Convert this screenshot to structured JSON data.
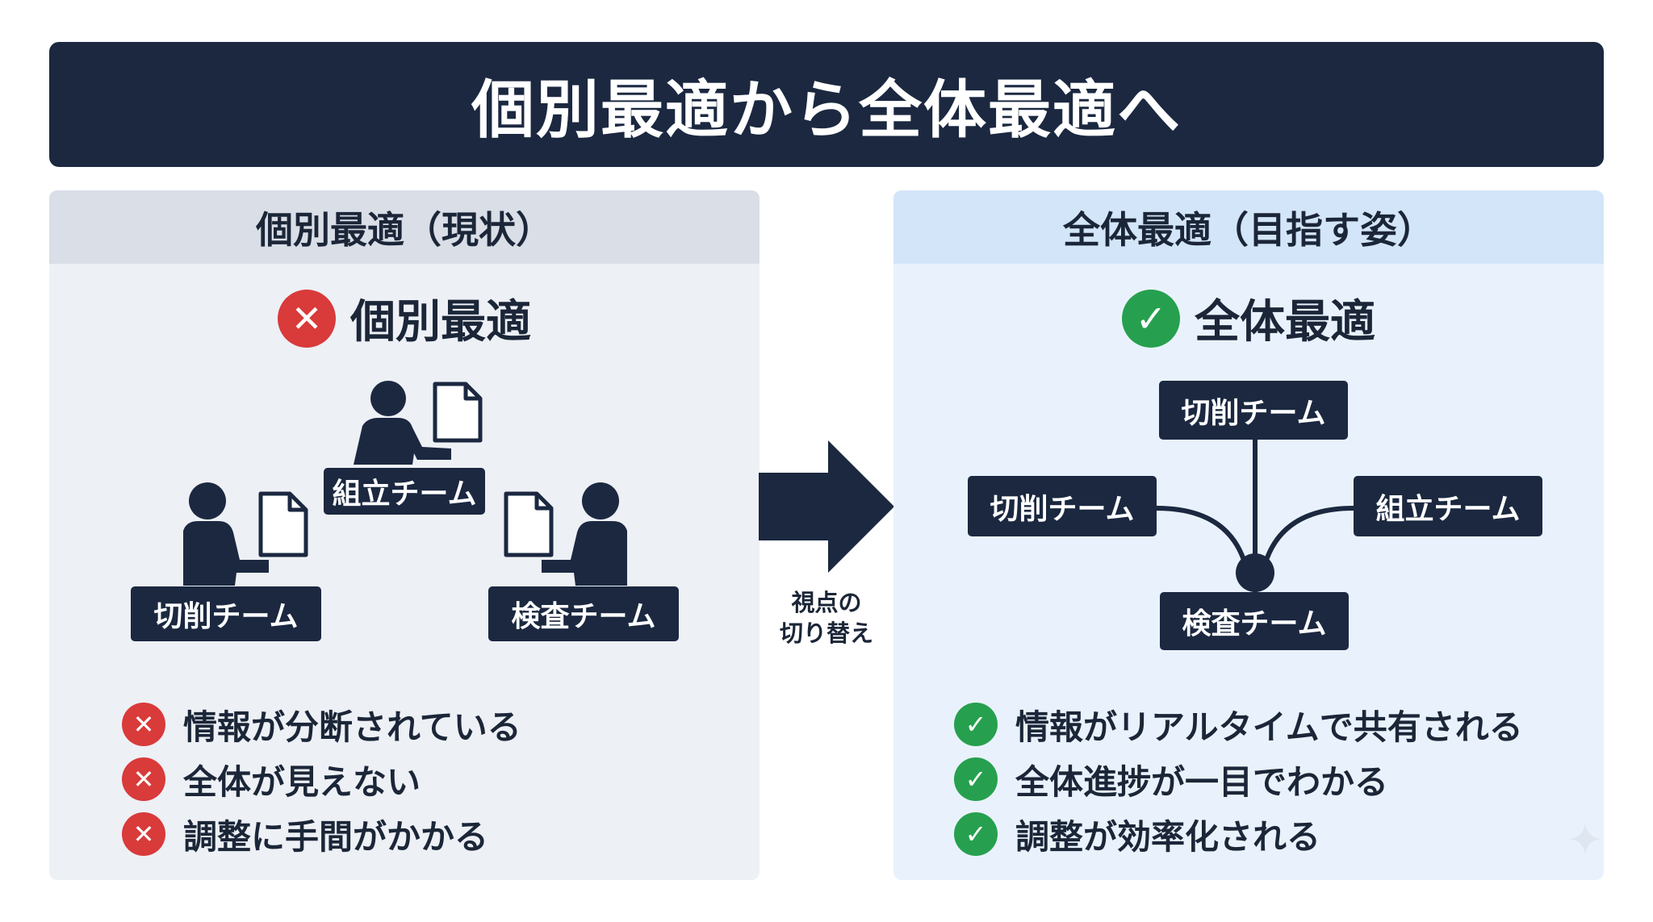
{
  "banner": {
    "title": "個別最適から全体最適へ"
  },
  "left": {
    "header": "個別最適（現状）",
    "heading": "個別最適",
    "teams": {
      "top": "組立チーム",
      "left": "切削チーム",
      "right": "検査チーム"
    },
    "bullets": [
      "情報が分断されている",
      "全体が見えない",
      "調整に手間がかかる"
    ]
  },
  "center": {
    "line1": "視点の",
    "line2": "切り替え"
  },
  "right": {
    "header": "全体最適（目指す姿）",
    "heading": "全体最適",
    "teams": {
      "top": "切削チーム",
      "left": "切削チーム",
      "right": "組立チーム",
      "bottom": "検査チーム"
    },
    "bullets": [
      "情報がリアルタイムで共有される",
      "全体進捗が一目でわかる",
      "調整が効率化される"
    ]
  },
  "icons": {
    "bad": "x-circle-icon",
    "good": "check-circle-icon",
    "person": "person-icon",
    "document": "document-icon",
    "arrow": "right-arrow-icon",
    "sparkle": "sparkle-icon"
  },
  "colors": {
    "navy": "#1b2840",
    "red": "#d93a3a",
    "green": "#26a04e",
    "left_panel": "#edf0f5",
    "right_panel": "#e9f2fc"
  }
}
